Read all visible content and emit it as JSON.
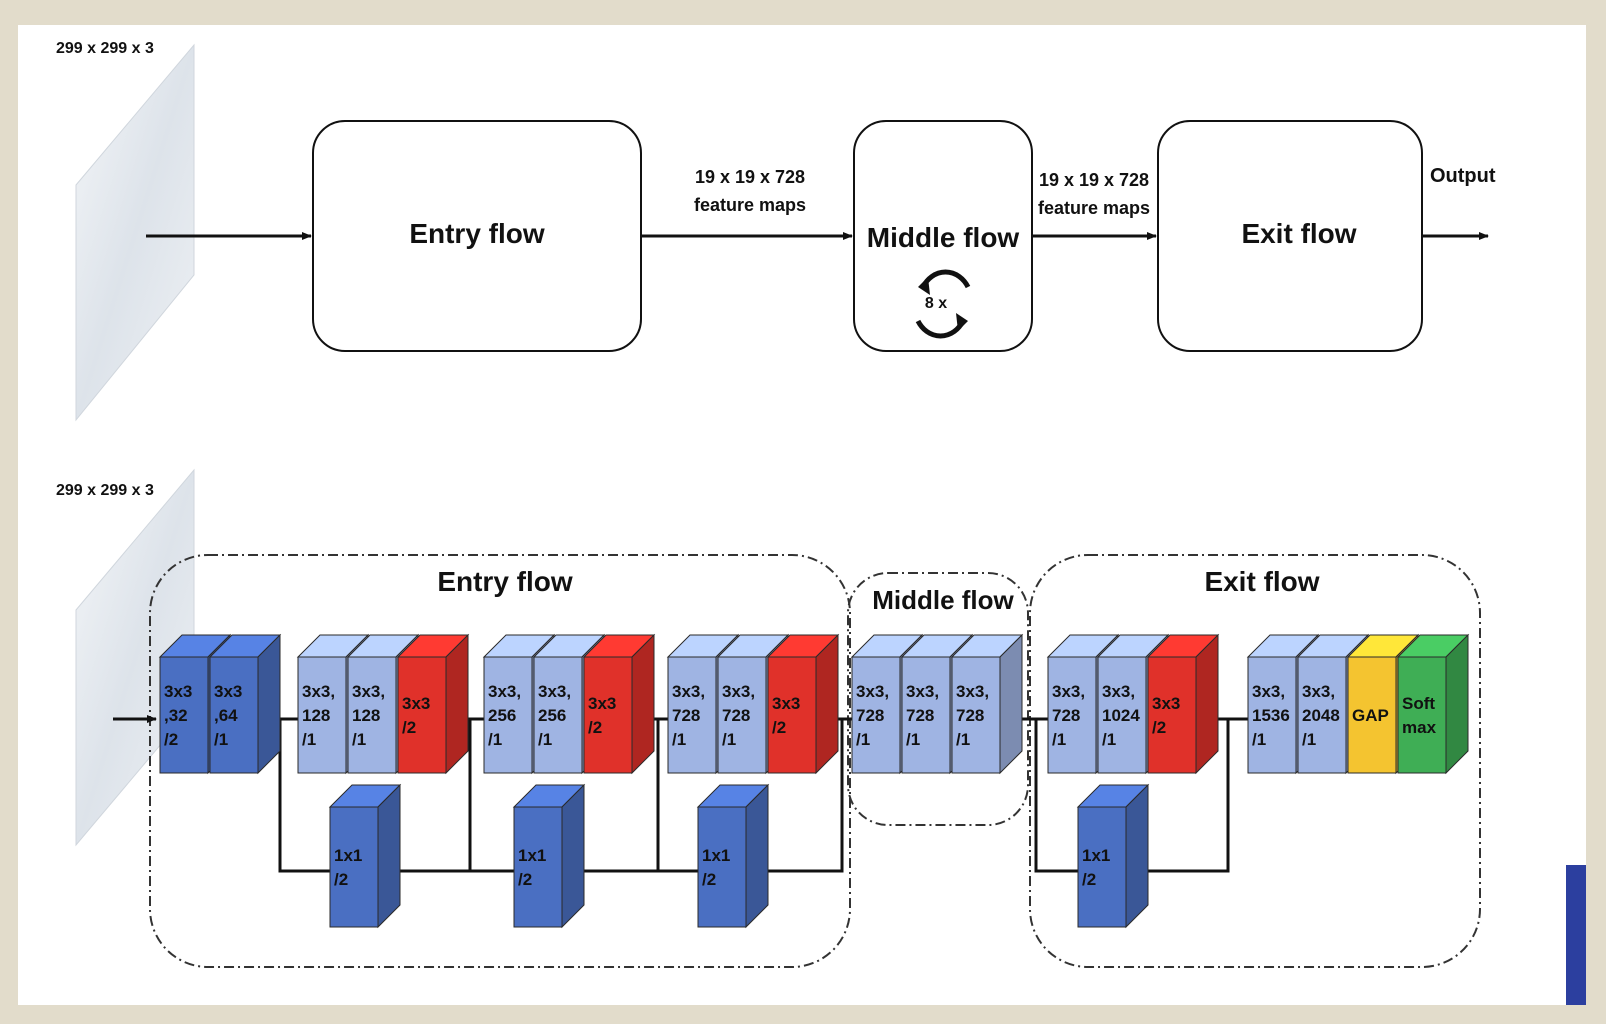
{
  "top": {
    "input_size": "299 x 299 x 3",
    "entry": "Entry flow",
    "maps1_l1": "19 x 19 x 728",
    "maps1_l2": "feature maps",
    "middle": "Middle flow",
    "repeat": "8 x",
    "maps2_l1": "19 x 19 x 728",
    "maps2_l2": "feature maps",
    "exit": "Exit flow",
    "output": "Output"
  },
  "bottom": {
    "input_size": "299 x 299 x 3",
    "entry_label": "Entry flow",
    "middle_label": "Middle flow",
    "exit_label": "Exit flow",
    "blocks": [
      {
        "lines": [
          "3x3",
          ",32",
          "/2"
        ],
        "color": "#4a6fc2"
      },
      {
        "lines": [
          "3x3",
          ",64",
          "/1"
        ],
        "color": "#4a6fc2"
      },
      {
        "lines": [
          "3x3,",
          "128",
          "/1"
        ],
        "color": "#9fb4e3"
      },
      {
        "lines": [
          "3x3,",
          "128",
          "/1"
        ],
        "color": "#9fb4e3"
      },
      {
        "lines": [
          "3x3",
          "/2"
        ],
        "color": "#e0312a"
      },
      {
        "lines": [
          "1x1",
          "/2"
        ],
        "color": "#4a6fc2"
      },
      {
        "lines": [
          "3x3,",
          "256",
          "/1"
        ],
        "color": "#9fb4e3"
      },
      {
        "lines": [
          "3x3,",
          "256",
          "/1"
        ],
        "color": "#9fb4e3"
      },
      {
        "lines": [
          "3x3",
          "/2"
        ],
        "color": "#e0312a"
      },
      {
        "lines": [
          "1x1",
          "/2"
        ],
        "color": "#4a6fc2"
      },
      {
        "lines": [
          "3x3,",
          "728",
          "/1"
        ],
        "color": "#9fb4e3"
      },
      {
        "lines": [
          "3x3,",
          "728",
          "/1"
        ],
        "color": "#9fb4e3"
      },
      {
        "lines": [
          "3x3",
          "/2"
        ],
        "color": "#e0312a"
      },
      {
        "lines": [
          "1x1",
          "/2"
        ],
        "color": "#4a6fc2"
      },
      {
        "lines": [
          "3x3,",
          "728",
          "/1"
        ],
        "color": "#9fb4e3"
      },
      {
        "lines": [
          "3x3,",
          "728",
          "/1"
        ],
        "color": "#9fb4e3"
      },
      {
        "lines": [
          "3x3,",
          "728",
          "/1"
        ],
        "color": "#9fb4e3"
      },
      {
        "lines": [
          "3x3,",
          "728",
          "/1"
        ],
        "color": "#9fb4e3"
      },
      {
        "lines": [
          "3x3,",
          "1024",
          "/1"
        ],
        "color": "#9fb4e3"
      },
      {
        "lines": [
          "3x3",
          "/2"
        ],
        "color": "#e0312a"
      },
      {
        "lines": [
          "1x1",
          "/2"
        ],
        "color": "#4a6fc2"
      },
      {
        "lines": [
          "3x3,",
          "1536",
          "/1"
        ],
        "color": "#9fb4e3"
      },
      {
        "lines": [
          "3x3,",
          "2048",
          "/1"
        ],
        "color": "#9fb4e3"
      },
      {
        "lines": [
          "GAP"
        ],
        "color": "#f4c430"
      },
      {
        "lines": [
          "Soft",
          "max"
        ],
        "color": "#3fae55"
      }
    ]
  }
}
